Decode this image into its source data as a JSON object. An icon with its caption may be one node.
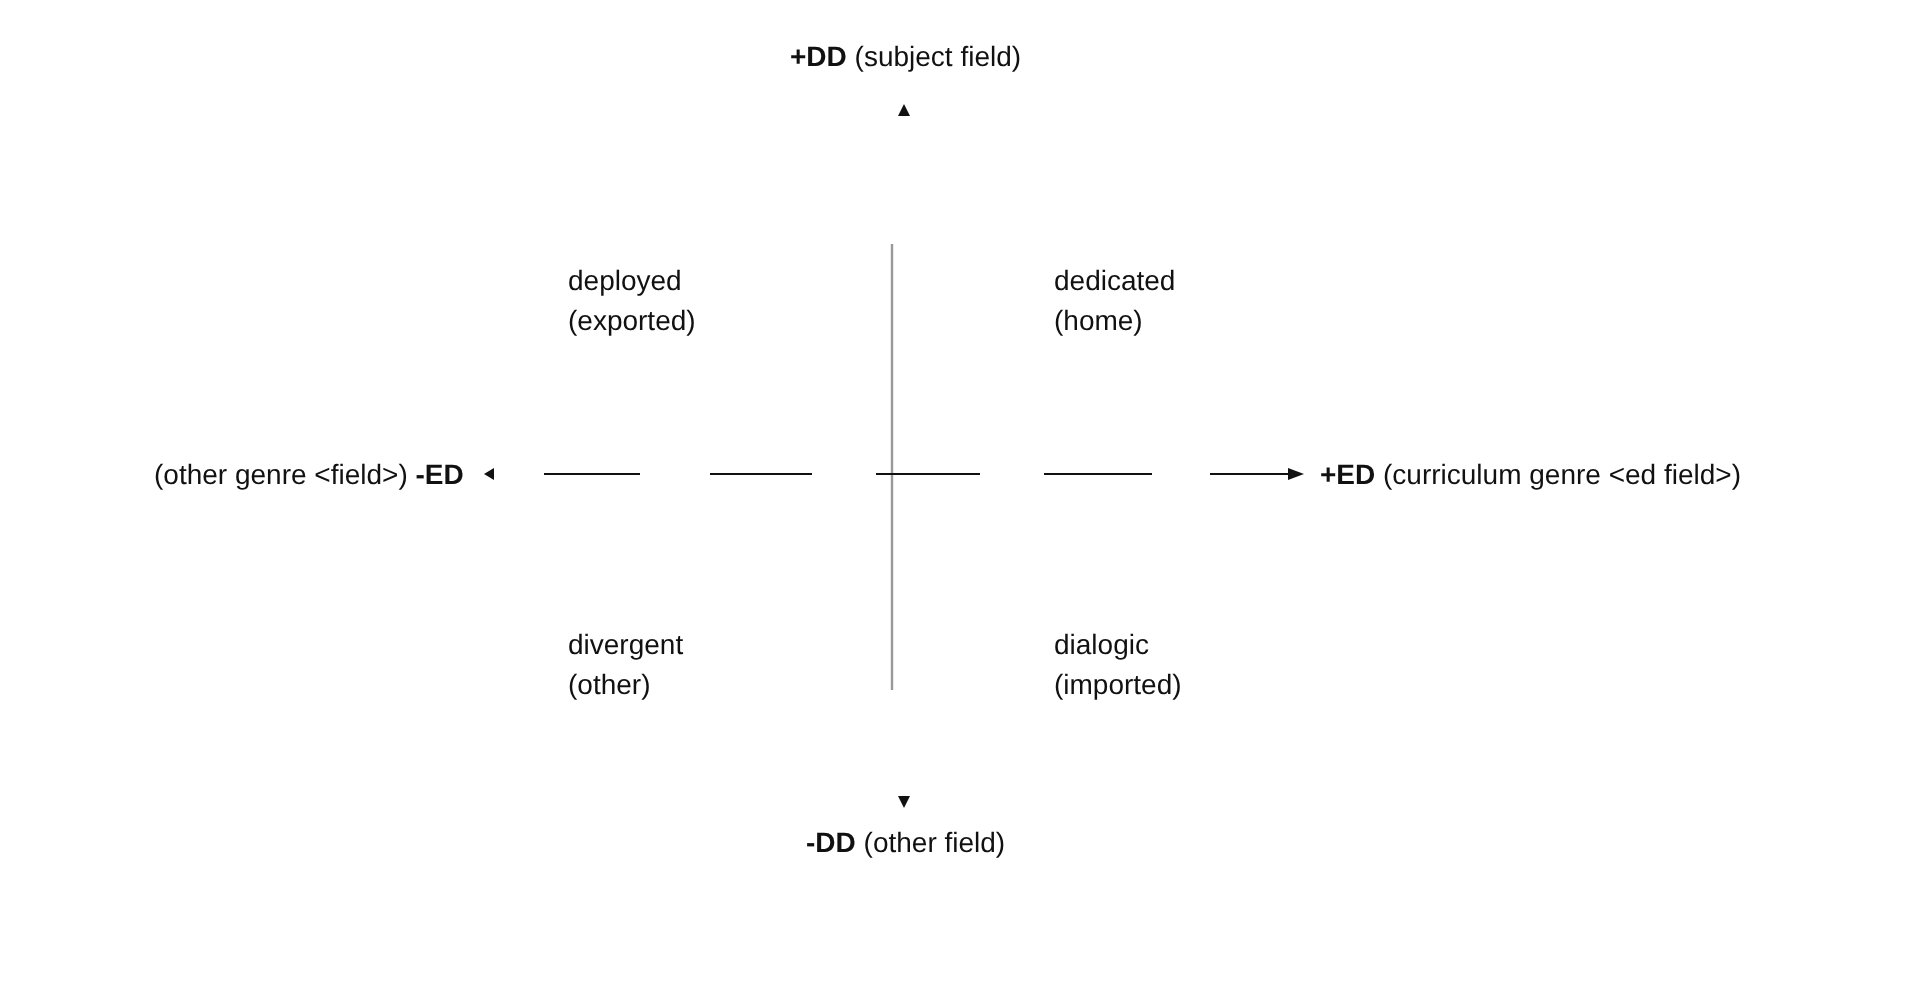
{
  "diagram": {
    "labels": [
      "**+DD** (subject field)",
      "deployed (exported)",
      "dedicated (home)",
      "(other genre <field>) **-ED**",
      "**+ED** (curriculum genre <ed field>)",
      "divergent (other)",
      "dialogic (imported)",
      "**-DD** (other field)"
    ]
  }
}
